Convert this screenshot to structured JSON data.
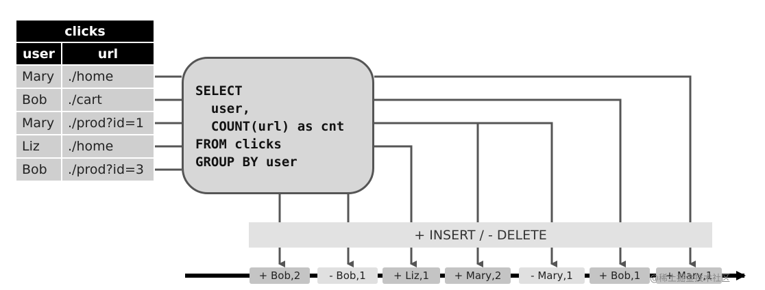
{
  "table": {
    "title": "clicks",
    "headers": [
      "user",
      "url"
    ],
    "rows": [
      {
        "user": "Mary",
        "url": "./home"
      },
      {
        "user": "Bob",
        "url": "./cart"
      },
      {
        "user": "Mary",
        "url": "./prod?id=1"
      },
      {
        "user": "Liz",
        "url": "./home"
      },
      {
        "user": "Bob",
        "url": "./prod?id=3"
      }
    ]
  },
  "query": {
    "lines": [
      "SELECT",
      "  user,",
      "  COUNT(url) as cnt",
      "FROM clicks",
      "GROUP BY user"
    ]
  },
  "changelog": {
    "label": "+ INSERT / - DELETE",
    "events": [
      {
        "text": "+ Bob,2",
        "kind": "insert"
      },
      {
        "text": "- Bob,1",
        "kind": "delete"
      },
      {
        "text": "+ Liz,1",
        "kind": "insert"
      },
      {
        "text": "+ Mary,2",
        "kind": "insert"
      },
      {
        "text": "- Mary,1",
        "kind": "delete"
      },
      {
        "text": "+ Bob,1",
        "kind": "insert"
      },
      {
        "text": "+ Mary,1",
        "kind": "insert"
      }
    ]
  },
  "watermark": "@稀土掘金技术社区",
  "colors": {
    "line": "#555555",
    "header": "#000000",
    "cell": "#cfcfcf",
    "box": "#d7d7d7"
  }
}
